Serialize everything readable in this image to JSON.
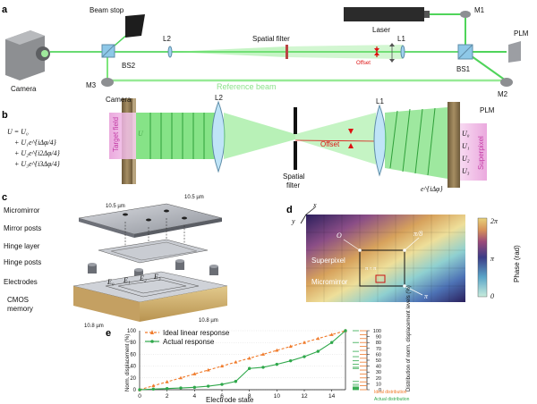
{
  "panel_a": {
    "letter": "a",
    "beam_stop": "Beam stop",
    "laser": "Laser",
    "m1": "M1",
    "m2": "M2",
    "m3": "M3",
    "camera": "Camera",
    "bs2": "BS2",
    "bs1": "BS1",
    "l2": "L2",
    "l1": "L1",
    "spatial_filter": "Spatial filter",
    "offset": "Offset",
    "plm": "PLM",
    "reference_beam": "Reference beam"
  },
  "panel_b": {
    "letter": "b",
    "camera": "Camera",
    "target_field": "Target field",
    "u": "U",
    "eq_line1": "U = U₀",
    "eq_line2": "+ U₁e^{iΔφ/4}",
    "eq_line3": "+ U₂e^{i2Δφ/4}",
    "eq_line4": "+ U₃e^{i3Δφ/4}",
    "l2": "L2",
    "l1": "L1",
    "spatial": "Spatial",
    "filter": "filter",
    "offset": "Offset",
    "plm": "PLM",
    "superpixel": "Superpixel",
    "u0": "U₀",
    "u1": "U₁",
    "u2": "U₂",
    "u3": "U₃",
    "phase_factor": "e^{iΔφ}"
  },
  "panel_c": {
    "letter": "c",
    "dim_top_left": "10.5 µm",
    "dim_top_right": "10.5 µm",
    "micromirror": "Micromirror",
    "mirror_posts": "Mirror posts",
    "hinge_layer": "Hinge layer",
    "hinge_posts": "Hinge posts",
    "electrodes": "Electrodes",
    "cmos1": "CMOS",
    "cmos2": "memory",
    "dim_bottom_left": "10.8 µm",
    "dim_bottom_right": "10.8 µm",
    "e0": "E₀",
    "e1": "E₁",
    "e2": "E₂",
    "e3": "E₃"
  },
  "panel_d": {
    "letter": "d",
    "x": "x",
    "y": "y",
    "o": "O",
    "pi_over_8": "π/8",
    "superpixel": "Superpixel",
    "inner": "π ≈ π",
    "micromirror": "Micromirror",
    "pi": "π",
    "cbar_top": "2π",
    "cbar_mid": "π",
    "cbar_bot": "0",
    "cbar_label": "Phase (rad)"
  },
  "panel_e": {
    "letter": "e",
    "chart_data": {
      "type": "line",
      "xlabel": "Electrode state",
      "ylabel": "Norm. displacement (%)",
      "xlim": [
        0,
        15
      ],
      "ylim": [
        0,
        100
      ],
      "xticks": [
        "0",
        "2",
        "4",
        "6",
        "8",
        "10",
        "12",
        "14"
      ],
      "yticks": [
        "0",
        "20",
        "40",
        "60",
        "80",
        "100"
      ],
      "legend": "top-left",
      "series": [
        {
          "name": "Ideal linear response",
          "color": "#f07a2a",
          "x": [
            0,
            1,
            2,
            3,
            4,
            5,
            6,
            7,
            8,
            9,
            10,
            11,
            12,
            13,
            14,
            15
          ],
          "y": [
            0,
            6.7,
            13.3,
            20,
            26.7,
            33.3,
            40,
            46.7,
            53.3,
            60,
            66.7,
            73.3,
            80,
            86.7,
            93.3,
            100
          ]
        },
        {
          "name": "Actual response",
          "color": "#2fa84b",
          "x": [
            0,
            1,
            2,
            3,
            4,
            5,
            6,
            7,
            8,
            9,
            10,
            11,
            12,
            13,
            14,
            15
          ],
          "y": [
            0,
            1,
            2,
            3,
            4,
            6,
            9,
            14,
            36,
            38,
            43,
            49,
            56,
            65,
            80,
            100
          ]
        }
      ],
      "right_axis": {
        "label": "Distribution of norm. displacement levels (%)",
        "yticks": [
          "0",
          "10",
          "20",
          "30",
          "40",
          "50",
          "60",
          "70",
          "80",
          "90",
          "100"
        ],
        "legend": [
          "Ideal distribution",
          "Actual distribution"
        ]
      }
    }
  }
}
